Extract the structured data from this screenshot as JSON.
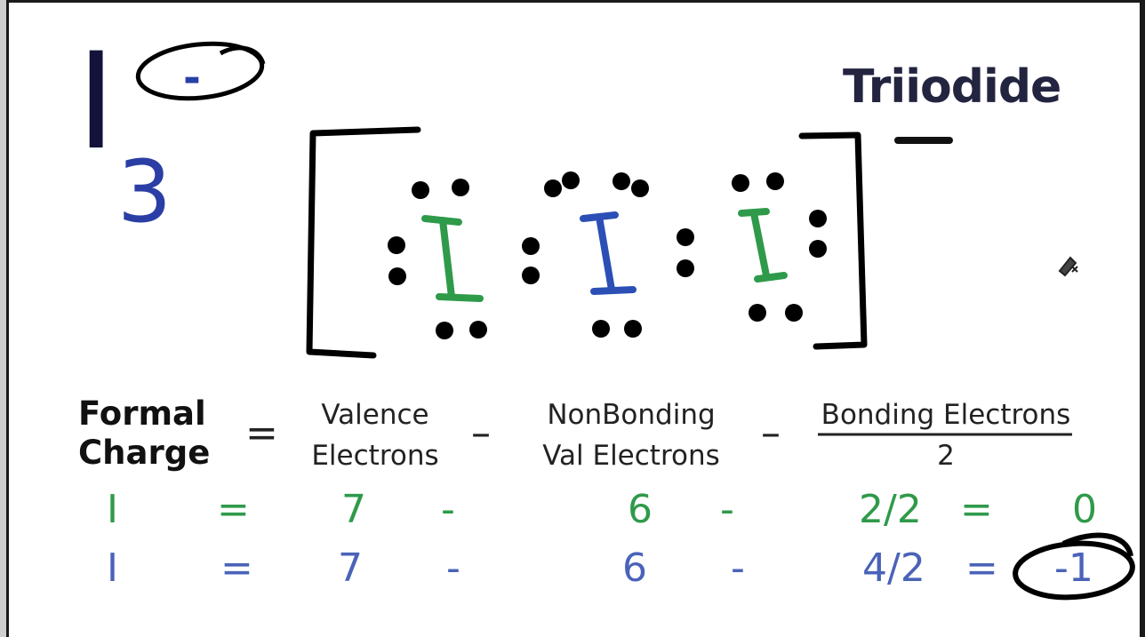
{
  "formula": {
    "symbol": "I",
    "subscript": "3",
    "charge": "-"
  },
  "title": "Triiodide",
  "bracket_charge": "−",
  "atoms": [
    "I",
    "I",
    "I"
  ],
  "equation": {
    "label_line1": "Formal",
    "label_line2": "Charge",
    "equals": "=",
    "term1_line1": "Valence",
    "term1_line2": "Electrons",
    "minus1": "–",
    "term2_line1": "NonBonding",
    "term2_line2": "Val Electrons",
    "minus2": "–",
    "term3_numerator": "Bonding Electrons",
    "term3_denominator": "2"
  },
  "rows": [
    {
      "atom": "I",
      "eq": "=",
      "valence": "7",
      "minus1": "-",
      "nonbonding": "6",
      "minus2": "-",
      "bonding": "2/2",
      "eq2": "=",
      "result": "0",
      "color": "#2f9a4a"
    },
    {
      "atom": "I",
      "eq": "=",
      "valence": "7",
      "minus1": "-",
      "nonbonding": "6",
      "minus2": "-",
      "bonding": "4/2",
      "eq2": "=",
      "result": "-1",
      "color": "#4a63b8"
    }
  ],
  "colors": {
    "terminal_atom": "#2f9a4a",
    "central_atom": "#2b4fb5",
    "ink": "#111111"
  }
}
